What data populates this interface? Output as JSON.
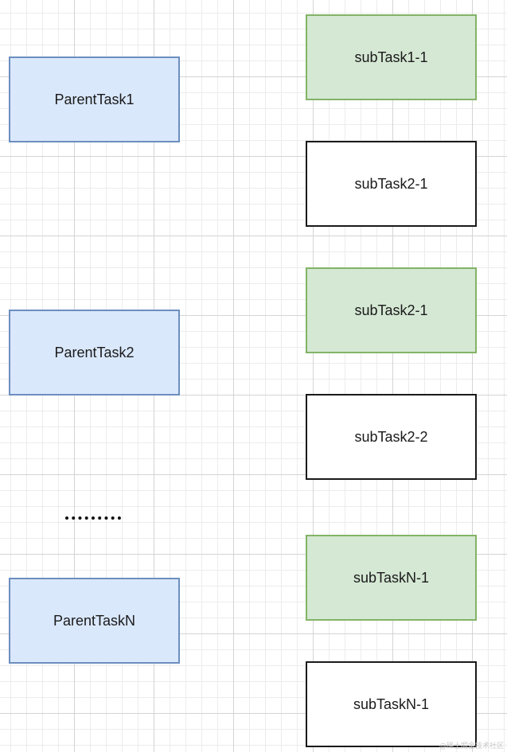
{
  "diagram": {
    "parent_tasks": [
      {
        "label": "ParentTask1"
      },
      {
        "label": "ParentTask2"
      },
      {
        "label": "ParentTaskN"
      }
    ],
    "sub_tasks": [
      {
        "label": "subTask1-1",
        "style": "green"
      },
      {
        "label": "subTask2-1",
        "style": "white"
      },
      {
        "label": "subTask2-1",
        "style": "green"
      },
      {
        "label": "subTask2-2",
        "style": "white"
      },
      {
        "label": "subTaskN-1",
        "style": "green"
      },
      {
        "label": "subTaskN-1",
        "style": "white"
      }
    ],
    "colors": {
      "parent_fill": "#dae8fc",
      "parent_border": "#6c8ebf",
      "green_fill": "#d5e8d4",
      "green_border": "#82b366",
      "white_fill": "#ffffff",
      "white_border": "#1a1a1a",
      "grid": "#e6e6e6"
    },
    "watermark": "@稀土掘金技术社区"
  }
}
